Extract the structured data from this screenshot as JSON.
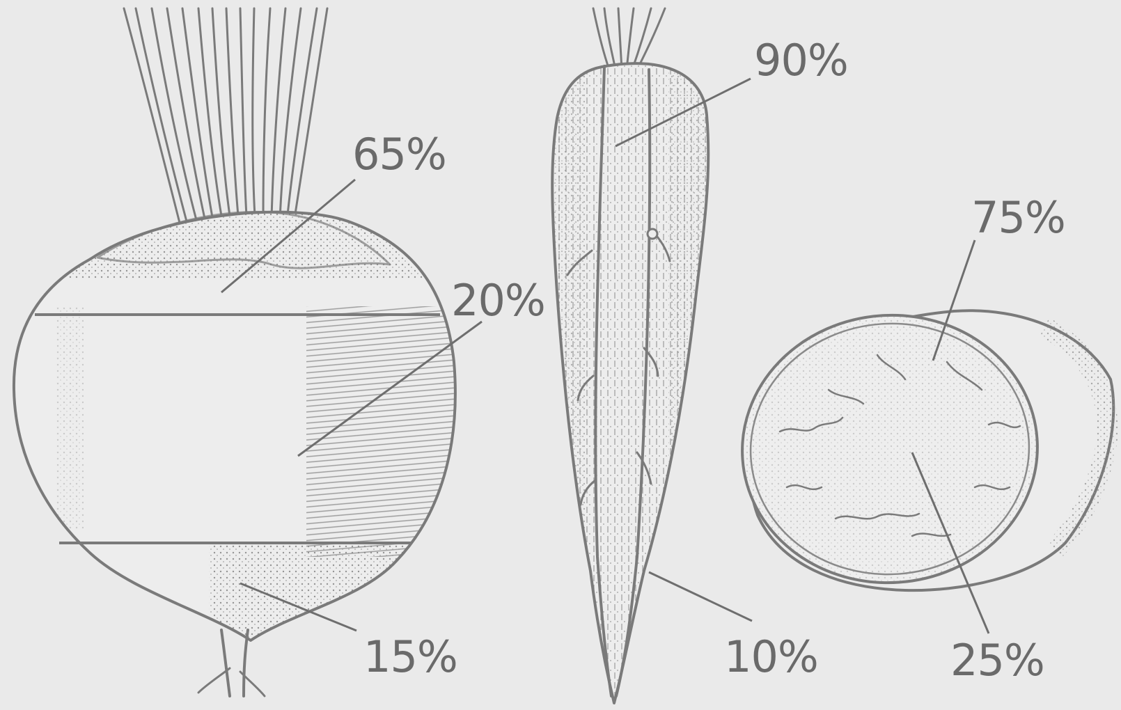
{
  "labels": {
    "turnip_top": "65%",
    "turnip_middle": "20%",
    "turnip_bottom": "15%",
    "carrot_outer": "90%",
    "carrot_core": "10%",
    "potato_outer": "75%",
    "potato_inner": "25%"
  },
  "colors": {
    "background": "#eaeaea",
    "ink": "#7a7a7a",
    "text": "#6a6a6a"
  }
}
